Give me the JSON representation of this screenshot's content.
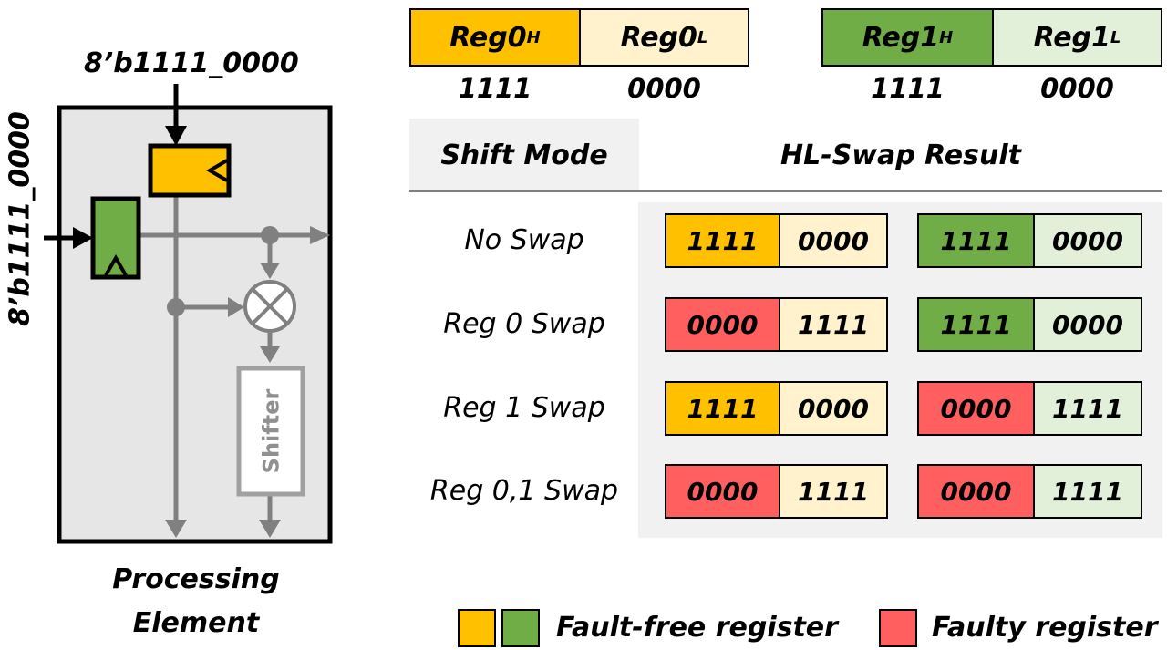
{
  "colors": {
    "orange": "#ffc000",
    "light_orange": "#fff2cc",
    "green": "#70ad47",
    "light_green": "#e2f0d9",
    "red": "#ff5f5f",
    "diagram_bg": "#e6e6e6",
    "wire": "#808080"
  },
  "diagram": {
    "input_top": "8’b1111_0000",
    "input_left": "8’b1111_0000",
    "shifter": "Shifter",
    "caption_line1": "Processing",
    "caption_line2": "Element",
    "multiplier_icon": "multiply-icon"
  },
  "registers": {
    "reg0h": {
      "name": "Reg0",
      "sub": "H",
      "bits": "1111"
    },
    "reg0l": {
      "name": "Reg0",
      "sub": "L",
      "bits": "0000"
    },
    "reg1h": {
      "name": "Reg1",
      "sub": "H",
      "bits": "1111"
    },
    "reg1l": {
      "name": "Reg1",
      "sub": "L",
      "bits": "0000"
    }
  },
  "table": {
    "col_mode": "Shift Mode",
    "col_result": "HL-Swap Result",
    "rows": [
      {
        "mode": "No Swap",
        "r0h": "1111",
        "r0h_fault": false,
        "r0l": "0000",
        "r1h": "1111",
        "r1h_fault": false,
        "r1l": "0000"
      },
      {
        "mode": "Reg 0 Swap",
        "r0h": "0000",
        "r0h_fault": true,
        "r0l": "1111",
        "r1h": "1111",
        "r1h_fault": false,
        "r1l": "0000"
      },
      {
        "mode": "Reg 1 Swap",
        "r0h": "1111",
        "r0h_fault": false,
        "r0l": "0000",
        "r1h": "0000",
        "r1h_fault": true,
        "r1l": "1111"
      },
      {
        "mode": "Reg 0,1 Swap",
        "r0h": "0000",
        "r0h_fault": true,
        "r0l": "1111",
        "r1h": "0000",
        "r1h_fault": true,
        "r1l": "1111"
      }
    ]
  },
  "legend": {
    "fault_free": "Fault-free register",
    "faulty": "Faulty register"
  }
}
